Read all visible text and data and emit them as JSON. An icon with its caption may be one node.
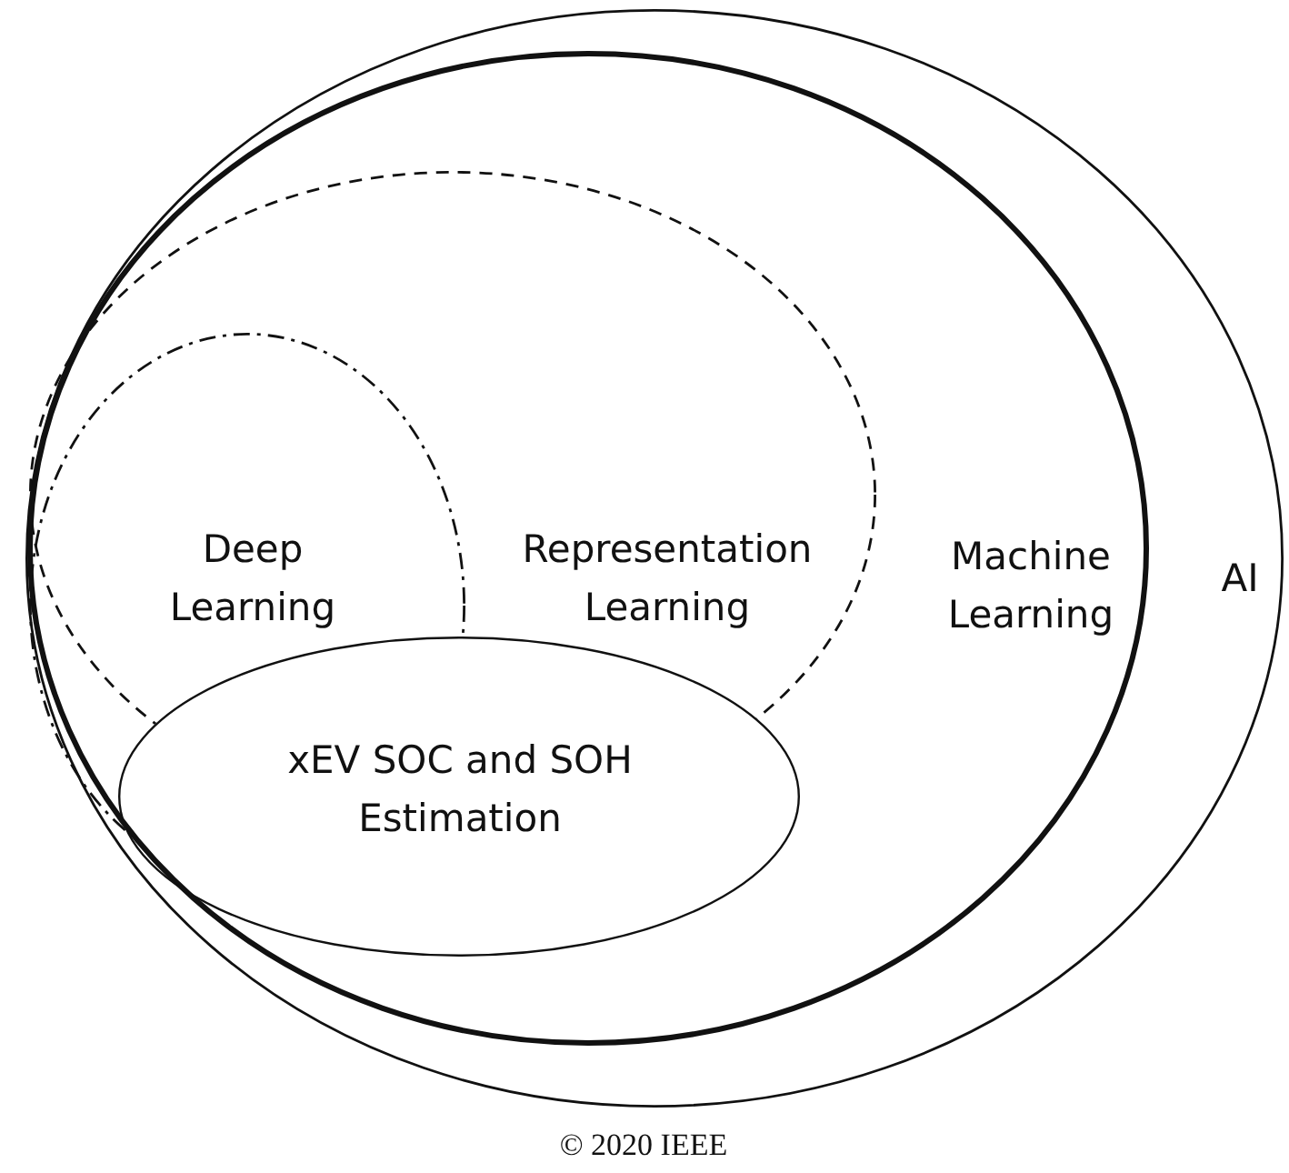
{
  "diagram": {
    "nodes": [
      {
        "text": [
          "AI"
        ]
      },
      {
        "text": [
          "Machine Learning"
        ],
        "in": 0
      },
      {
        "text": [
          "Representation Learning"
        ],
        "in": 1
      },
      {
        "text": [
          "Deep Learning"
        ],
        "in": 2
      },
      {
        "text": [
          "xEV SOC and SOH Estimation"
        ],
        "in": 1
      }
    ],
    "labels": [
      "© 2020 IEEE"
    ]
  }
}
